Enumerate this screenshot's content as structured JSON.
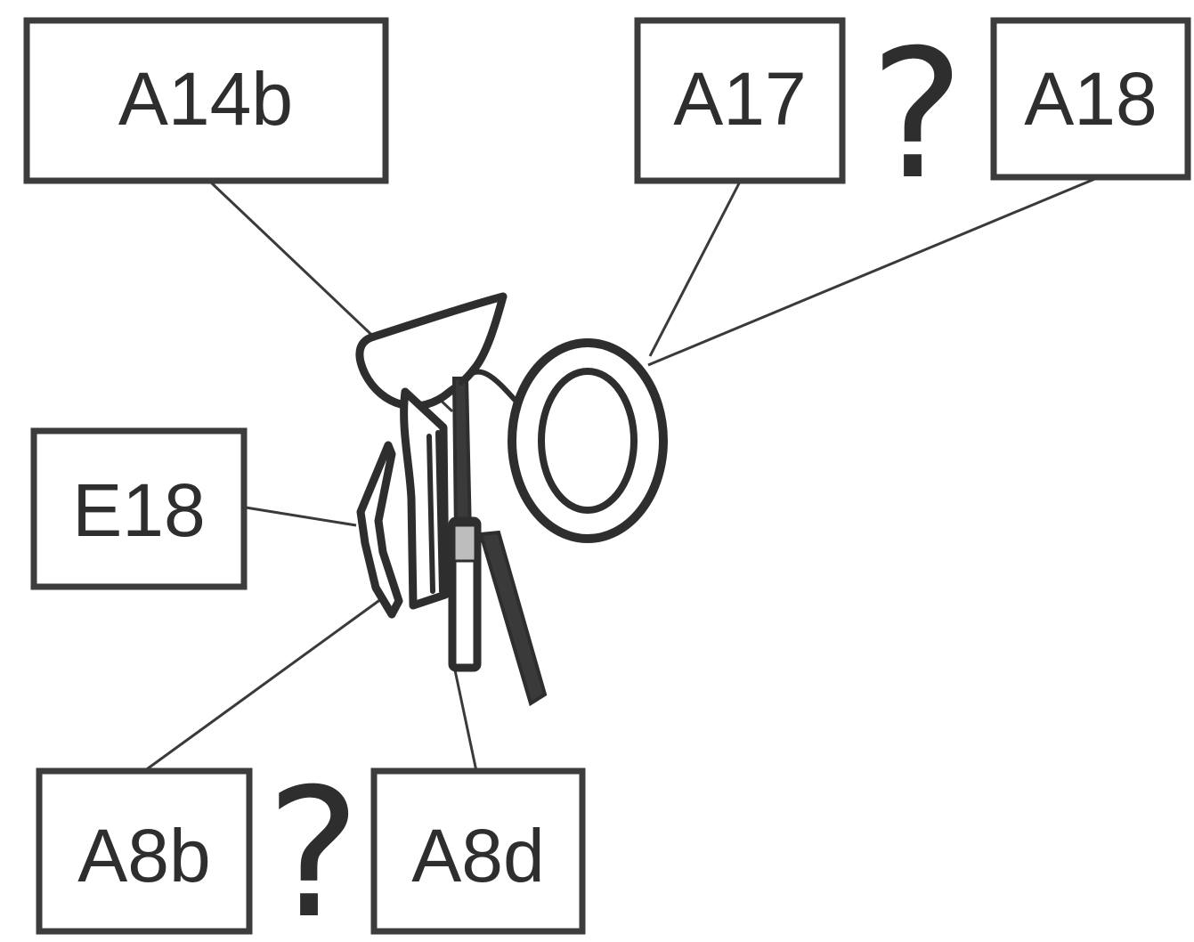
{
  "labels": {
    "a14b": "A14b",
    "a17": "A17",
    "a18": "A18",
    "e18": "E18",
    "a8b": "A8b",
    "a8d": "A8d"
  },
  "question_marks": {
    "top": "?",
    "bottom": "?"
  },
  "colors": {
    "ink": "#2e2e2e",
    "background": "#ffffff"
  }
}
